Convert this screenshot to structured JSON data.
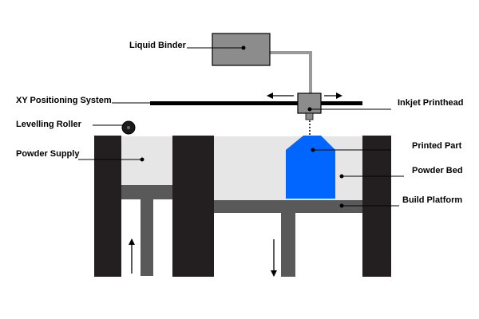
{
  "diagram": {
    "labels": {
      "liquid_binder": "Liquid Binder",
      "xy_positioning": "XY Positioning System",
      "inkjet_printhead": "Inkjet Printhead",
      "levelling_roller": "Levelling Roller",
      "powder_supply": "Powder Supply",
      "printed_part": "Printed Part",
      "powder_bed": "Powder Bed",
      "build_platform": "Build Platform"
    },
    "colors": {
      "wall": "#231f20",
      "powder": "#e6e6e6",
      "platform": "#595959",
      "binder_tank": "#8c8c8c",
      "tube": "#999999",
      "printhead": "#8c8c8c",
      "part": "#0066ff",
      "rail": "#000000",
      "leader": "#000000"
    },
    "icons": {
      "roller": "circle",
      "motion_arrows": "left-right-arrow",
      "supply_motion": "up-arrow",
      "build_motion": "down-arrow"
    }
  }
}
